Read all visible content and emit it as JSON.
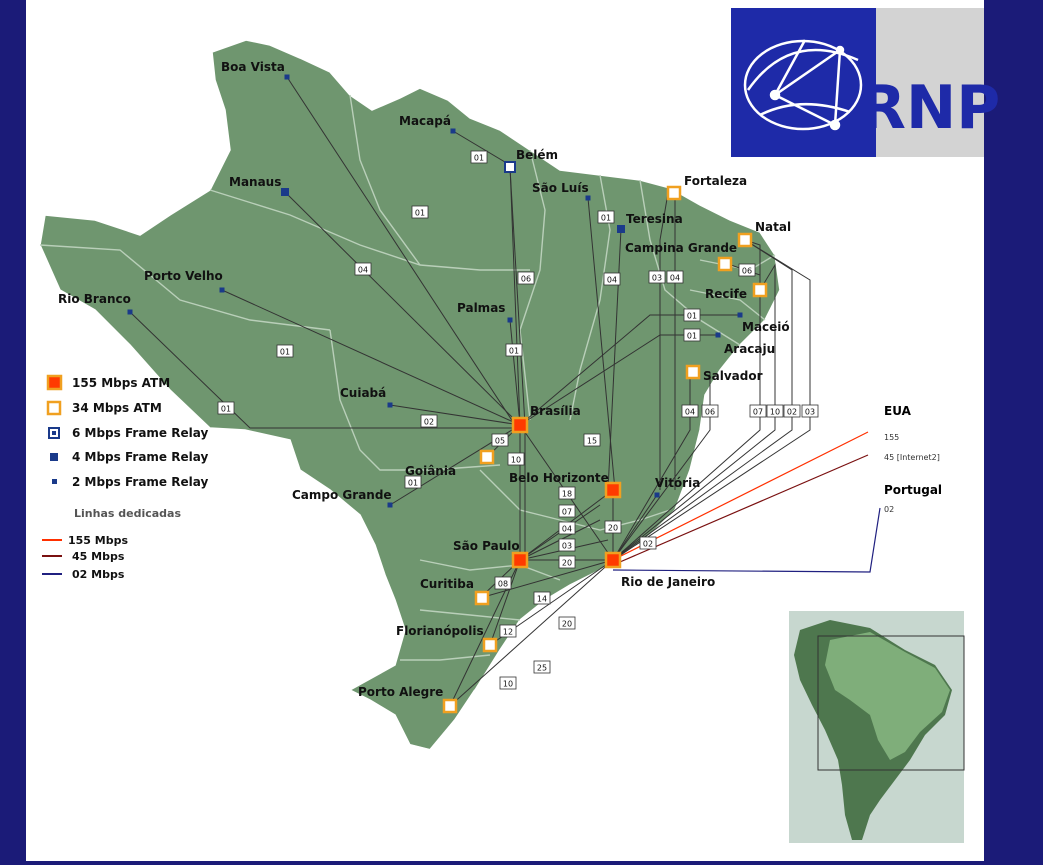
{
  "logo": {
    "text": "RNP"
  },
  "colors": {
    "map": "#6f966f",
    "map_dark": "#4e774e",
    "sea": "#c7d7cf",
    "atm155_fill": "#ff3a00",
    "atm155_border": "#f0a020",
    "atm34": "#f0a020",
    "relay": "#1a3a8a",
    "line155": "#ff3000",
    "line45": "#7a1010",
    "line02": "#202080",
    "trunk": "#333333"
  },
  "legend": {
    "items": [
      {
        "label": "155 Mbps ATM",
        "kind": "atm155"
      },
      {
        "label": "34 Mbps ATM",
        "kind": "atm34"
      },
      {
        "label": "6 Mbps Frame Relay",
        "kind": "fr6"
      },
      {
        "label": "4 Mbps Frame Relay",
        "kind": "fr4"
      },
      {
        "label": "2 Mbps Frame Relay",
        "kind": "fr2"
      }
    ],
    "lines_title": "Linhas dedicadas",
    "lines": [
      {
        "label": "155 Mbps",
        "color": "#ff3000"
      },
      {
        "label": "45 Mbps",
        "color": "#7a1010"
      },
      {
        "label": "02 Mbps",
        "color": "#202080"
      }
    ]
  },
  "cities": [
    {
      "id": "boa-vista",
      "name": "Boa Vista",
      "kind": "fr2"
    },
    {
      "id": "macapa",
      "name": "Macapá",
      "kind": "fr2"
    },
    {
      "id": "belem",
      "name": "Belém",
      "kind": "fr6"
    },
    {
      "id": "manaus",
      "name": "Manaus",
      "kind": "fr4"
    },
    {
      "id": "sao-luis",
      "name": "São Luís",
      "kind": "fr2"
    },
    {
      "id": "fortaleza",
      "name": "Fortaleza",
      "kind": "atm34"
    },
    {
      "id": "teresina",
      "name": "Teresina",
      "kind": "fr4"
    },
    {
      "id": "natal",
      "name": "Natal",
      "kind": "atm34"
    },
    {
      "id": "campina-grande",
      "name": "Campina Grande",
      "kind": "atm34"
    },
    {
      "id": "recife",
      "name": "Recife",
      "kind": "atm34"
    },
    {
      "id": "porto-velho",
      "name": "Porto Velho",
      "kind": "fr2"
    },
    {
      "id": "rio-branco",
      "name": "Rio Branco",
      "kind": "fr2"
    },
    {
      "id": "palmas",
      "name": "Palmas",
      "kind": "fr2"
    },
    {
      "id": "maceio",
      "name": "Maceió",
      "kind": "fr2"
    },
    {
      "id": "aracaju",
      "name": "Aracaju",
      "kind": "fr2"
    },
    {
      "id": "salvador",
      "name": "Salvador",
      "kind": "atm34"
    },
    {
      "id": "cuiaba",
      "name": "Cuiabá",
      "kind": "fr2"
    },
    {
      "id": "brasilia",
      "name": "Brasília",
      "kind": "atm155"
    },
    {
      "id": "goiania",
      "name": "Goiânia",
      "kind": "atm34"
    },
    {
      "id": "belo-horizonte",
      "name": "Belo Horizonte",
      "kind": "atm155"
    },
    {
      "id": "vitoria",
      "name": "Vitória",
      "kind": "fr2"
    },
    {
      "id": "campo-grande",
      "name": "Campo Grande",
      "kind": "fr2"
    },
    {
      "id": "sao-paulo",
      "name": "São Paulo",
      "kind": "atm155"
    },
    {
      "id": "rio-de-janeiro",
      "name": "Rio de Janeiro",
      "kind": "atm155"
    },
    {
      "id": "curitiba",
      "name": "Curitiba",
      "kind": "atm34"
    },
    {
      "id": "florianopolis",
      "name": "Florianópolis",
      "kind": "atm34"
    },
    {
      "id": "porto-alegre",
      "name": "Porto Alegre",
      "kind": "atm34"
    }
  ],
  "link_labels": [
    {
      "id": "boa-vista",
      "text": "01"
    },
    {
      "id": "macapa",
      "text": "01"
    },
    {
      "id": "manaus",
      "text": "04"
    },
    {
      "id": "belem",
      "text": "06"
    },
    {
      "id": "sao-luis",
      "text": "01"
    },
    {
      "id": "teresina",
      "text": "04"
    },
    {
      "id": "fortaleza-a",
      "text": "03"
    },
    {
      "id": "fortaleza-b",
      "text": "04"
    },
    {
      "id": "campina-grande",
      "text": "06"
    },
    {
      "id": "recife-a",
      "text": "01"
    },
    {
      "id": "recife-b",
      "text": "01"
    },
    {
      "id": "palmas",
      "text": "01"
    },
    {
      "id": "porto-velho",
      "text": "01"
    },
    {
      "id": "rio-branco",
      "text": "01"
    },
    {
      "id": "cuiaba",
      "text": "02"
    },
    {
      "id": "goiania",
      "text": "05"
    },
    {
      "id": "bsb-bh",
      "text": "10"
    },
    {
      "id": "bsb-rj",
      "text": "15"
    },
    {
      "id": "campo-grande",
      "text": "01"
    },
    {
      "id": "salvador-a",
      "text": "04"
    },
    {
      "id": "salvador-b",
      "text": "06"
    },
    {
      "id": "ne-a",
      "text": "07"
    },
    {
      "id": "ne-b",
      "text": "10"
    },
    {
      "id": "ne-c",
      "text": "02"
    },
    {
      "id": "ne-d",
      "text": "03"
    },
    {
      "id": "bh-sp",
      "text": "18"
    },
    {
      "id": "sp-rj-a",
      "text": "07"
    },
    {
      "id": "sp-rj-b",
      "text": "04"
    },
    {
      "id": "sp-rj-c",
      "text": "03"
    },
    {
      "id": "sp-rj-d",
      "text": "20"
    },
    {
      "id": "bh-rj",
      "text": "20"
    },
    {
      "id": "vitoria",
      "text": "02"
    },
    {
      "id": "curitiba-a",
      "text": "08"
    },
    {
      "id": "curitiba-b",
      "text": "14"
    },
    {
      "id": "floripa-a",
      "text": "12"
    },
    {
      "id": "floripa-b",
      "text": "20"
    },
    {
      "id": "porto-alegre-a",
      "text": "10"
    },
    {
      "id": "porto-alegre-b",
      "text": "25"
    }
  ],
  "international": [
    {
      "id": "eua",
      "label": "EUA",
      "links": [
        {
          "text": "155",
          "color": "#ff3000"
        },
        {
          "text": "45 [Internet2]",
          "color": "#7a1010"
        }
      ]
    },
    {
      "id": "portugal",
      "label": "Portugal",
      "links": [
        {
          "text": "02",
          "color": "#202080"
        }
      ]
    }
  ]
}
